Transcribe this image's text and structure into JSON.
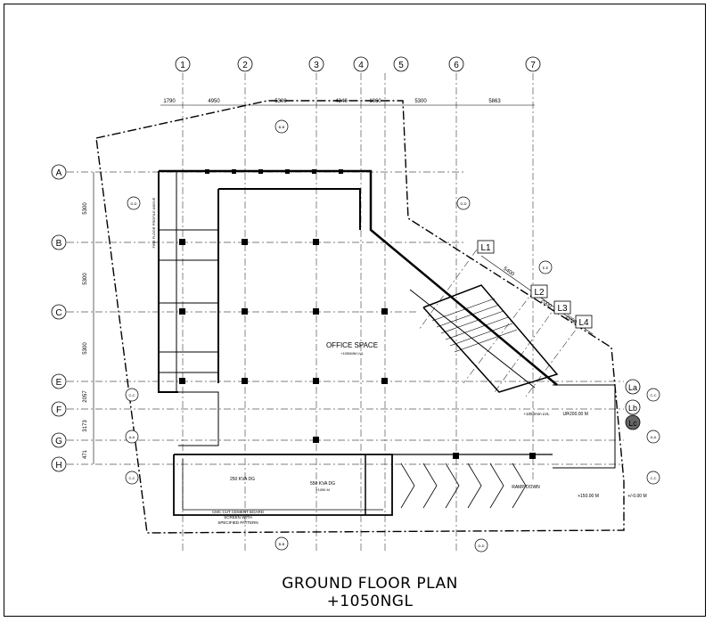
{
  "title": {
    "main": "GROUND FLOOR PLAN",
    "sub": "+1050NGL"
  },
  "grid_columns": [
    "1",
    "2",
    "3",
    "4",
    "5",
    "6",
    "7"
  ],
  "grid_rows": [
    "A",
    "B",
    "C",
    "E",
    "F",
    "G",
    "H"
  ],
  "angled_grids": [
    "L1",
    "L2",
    "L3",
    "L4"
  ],
  "side_grids": [
    "La",
    "Lb",
    "Lc"
  ],
  "top_dimensions": [
    "1790",
    "4950",
    "5300",
    "4240",
    "1060",
    "5300",
    "5863"
  ],
  "left_dimensions": [
    "5300",
    "5300",
    "5300",
    "2057",
    "3173",
    "471"
  ],
  "angled_dimensions": [
    "5400",
    "2000",
    "2000"
  ],
  "section_markers": [
    "B-B",
    "B-B",
    "D-D",
    "D-D",
    "D-D",
    "A-A",
    "A-A",
    "C-C",
    "C-C",
    "C-C",
    "C-C",
    "E-E"
  ],
  "room_labels": {
    "office_space": "OFFICE SPACE",
    "office_level": "+1050MM LVL",
    "kva1": "250 KVA DG",
    "kva2": "550 KVA DG",
    "kva_level": "+1050 M",
    "board_note_1": "CMC CUT CEMENT BOARD",
    "board_note_2": "SCREEN WITH",
    "board_note_3": "SPECIFIED PATTERN",
    "ramp": "RAMP DOWN",
    "level_right": "+150.00 M",
    "level_edge": "+/-0.00 M",
    "level_up": "+200.00 M",
    "up": "UP",
    "lvl_right": "+1050mm LVL",
    "fire_vertical": "FIRE FLOOR PROFILE ABOVE"
  }
}
